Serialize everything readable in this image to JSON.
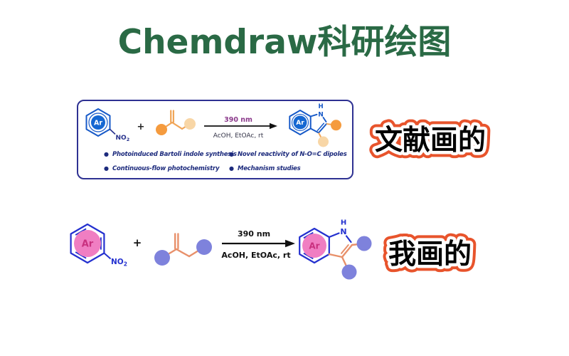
{
  "title": "Chemdraw科研绘图",
  "palette": {
    "title_green": "#2a6a45",
    "box_border_navy": "#2e3192",
    "literature_blue": "#1659c8",
    "literature_fill_blue": "#1567d2",
    "navy_text": "#26308c",
    "wavelength_purple": "#8b3a8b",
    "orange_bond": "#f0a558",
    "orange_solid": "#f59b3e",
    "orange_light": "#f8d6a6",
    "sticker_outline_orange": "#e8542c",
    "my_blue": "#2330cf",
    "pink_fill": "#f07ec2",
    "pink_text": "#c9307f",
    "salmon_bond": "#e8906a",
    "periwinkle": "#7e82dc"
  },
  "literature_scheme": {
    "sticker_label": "文献画的",
    "ar_label": "Ar",
    "no2": "NO",
    "no2_sub": "2",
    "plus": "+",
    "wavelength": "390 nm",
    "solvent": "AcOH, EtOAc, rt",
    "n_label": "N",
    "h_label": "H",
    "bullet": "●",
    "features": [
      "Photoinduced Bartoli indole synthesis",
      "Novel reactivity of N-O=C dipoles",
      "Continuous-flow  photochemistry",
      "Mechanism studies"
    ]
  },
  "my_scheme": {
    "sticker_label": "我画的",
    "ar_label": "Ar",
    "no2": "NO",
    "no2_sub": "2",
    "plus": "+",
    "wavelength": "390 nm",
    "solvent": "AcOH, EtOAc, rt",
    "n_label": "N",
    "h_label": "H"
  }
}
